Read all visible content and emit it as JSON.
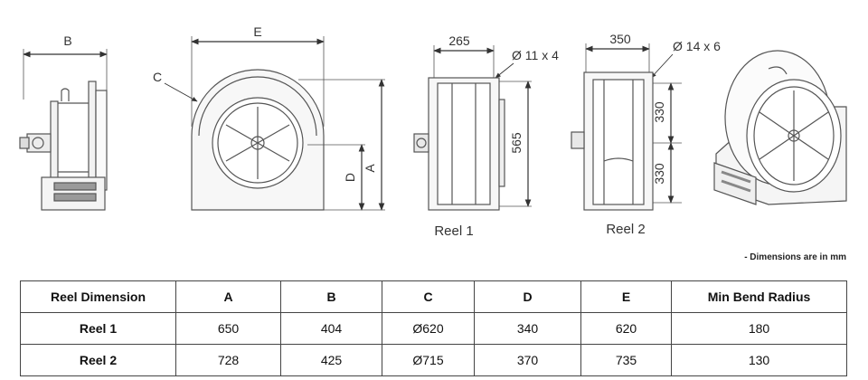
{
  "drawing": {
    "labels": {
      "B": "B",
      "E": "E",
      "C": "C",
      "D": "D",
      "A": "A",
      "w265": "265",
      "hole1": "Ø 11 x 4",
      "h565": "565",
      "w350": "350",
      "hole2": "Ø 14 x 6",
      "h330a": "330",
      "h330b": "330"
    },
    "captions": {
      "reel1": "Reel 1",
      "reel2": "Reel 2"
    }
  },
  "note": "- Dimensions are in mm",
  "table": {
    "headers": [
      "Reel Dimension",
      "A",
      "B",
      "C",
      "D",
      "E",
      "Min Bend Radius"
    ],
    "rows": [
      [
        "Reel 1",
        "650",
        "404",
        "Ø620",
        "340",
        "620",
        "180"
      ],
      [
        "Reel 2",
        "728",
        "425",
        "Ø715",
        "370",
        "735",
        "130"
      ]
    ]
  }
}
